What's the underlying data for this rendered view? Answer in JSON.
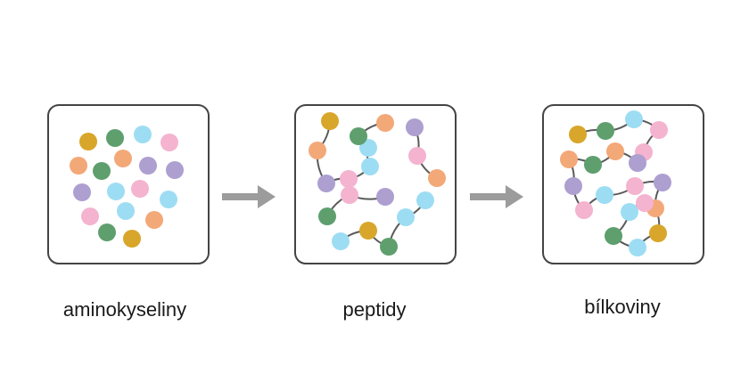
{
  "colors": {
    "yellow": "#D8A62A",
    "green": "#5E9F6D",
    "blue": "#9DDDF3",
    "pink": "#F4B3CF",
    "orange": "#F3A878",
    "purple": "#AD9FD0",
    "box_border": "#444444",
    "chain_line": "#5a5a5a",
    "arrow": "#9c9c9c"
  },
  "stages": [
    {
      "id": "amino-acids",
      "label": "aminokyseliny"
    },
    {
      "id": "peptides",
      "label": "peptidy"
    },
    {
      "id": "proteins",
      "label": "bílkoviny"
    }
  ],
  "arrows": [
    {
      "from": "amino-acids",
      "to": "peptides",
      "icon": "right-arrow-icon"
    },
    {
      "from": "peptides",
      "to": "proteins",
      "icon": "right-arrow-icon"
    }
  ]
}
